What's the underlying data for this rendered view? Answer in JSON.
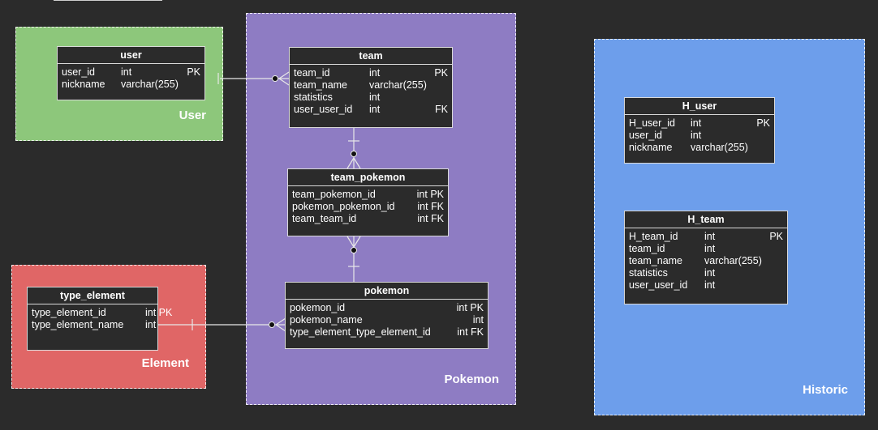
{
  "groups": {
    "user": {
      "label": "User",
      "color": "#8dc77b"
    },
    "pokemon": {
      "label": "Pokemon",
      "color": "#8e7cc3"
    },
    "element": {
      "label": "Element",
      "color": "#e06666"
    },
    "historic": {
      "label": "Historic",
      "color": "#6d9eeb"
    }
  },
  "entities": {
    "user": {
      "title": "user",
      "rows": [
        {
          "name": "user_id",
          "type": "int",
          "key": "PK"
        },
        {
          "name": "nickname",
          "type": "varchar(255)",
          "key": ""
        }
      ]
    },
    "team": {
      "title": "team",
      "rows": [
        {
          "name": "team_id",
          "type": "int",
          "key": "PK"
        },
        {
          "name": "team_name",
          "type": "varchar(255)",
          "key": ""
        },
        {
          "name": "statistics",
          "type": "int",
          "key": ""
        },
        {
          "name": "user_user_id",
          "type": "int",
          "key": "FK"
        }
      ]
    },
    "team_pokemon": {
      "title": "team_pokemon",
      "rows": [
        {
          "name": "team_pokemon_id",
          "type": "",
          "key": "int PK"
        },
        {
          "name": "pokemon_pokemon_id",
          "type": "",
          "key": "int FK"
        },
        {
          "name": "team_team_id",
          "type": "",
          "key": "int FK"
        }
      ]
    },
    "pokemon": {
      "title": "pokemon",
      "rows": [
        {
          "name": "pokemon_id",
          "type": "",
          "key": "int PK"
        },
        {
          "name": "pokemon_name",
          "type": "",
          "key": "int"
        },
        {
          "name": "type_element_type_element_id",
          "type": "",
          "key": "int FK"
        }
      ]
    },
    "type_element": {
      "title": "type_element",
      "rows": [
        {
          "name": "type_element_id",
          "type": "",
          "key": "int PK"
        },
        {
          "name": "type_element_name",
          "type": "",
          "key": "int"
        }
      ]
    },
    "h_user": {
      "title": "H_user",
      "rows": [
        {
          "name": "H_user_id",
          "type": "int",
          "key": "PK"
        },
        {
          "name": "user_id",
          "type": "int",
          "key": ""
        },
        {
          "name": "nickname",
          "type": "varchar(255)",
          "key": ""
        }
      ]
    },
    "h_team": {
      "title": "H_team",
      "rows": [
        {
          "name": "H_team_id",
          "type": "int",
          "key": "PK"
        },
        {
          "name": "team_id",
          "type": "int",
          "key": ""
        },
        {
          "name": "team_name",
          "type": "varchar(255)",
          "key": ""
        },
        {
          "name": "statistics",
          "type": "int",
          "key": ""
        },
        {
          "name": "user_user_id",
          "type": "int",
          "key": ""
        }
      ]
    }
  }
}
